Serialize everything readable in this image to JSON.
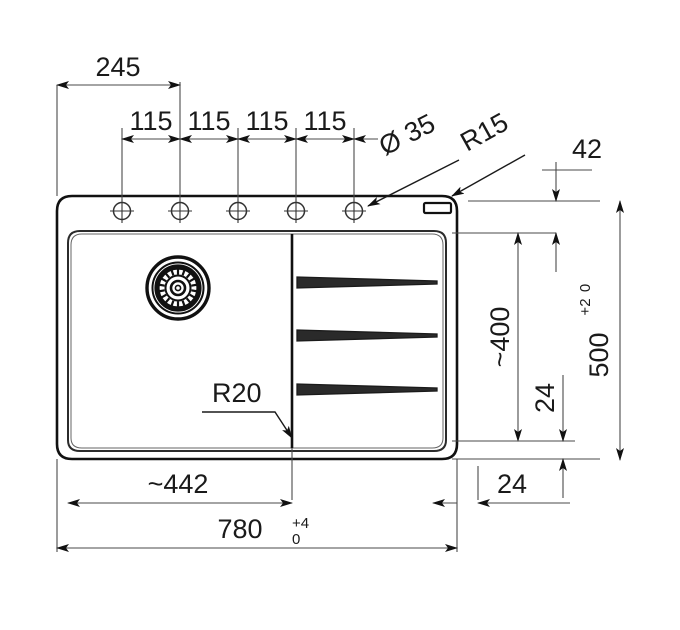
{
  "drawing": {
    "title": "Kitchen sink installation dimension drawing",
    "units": "mm",
    "line_color": "#111111",
    "dim_color": "#4a4a4a",
    "background": "#ffffff"
  },
  "dimensions": {
    "offset_245": "245",
    "pitch_1": "115",
    "pitch_2": "115",
    "pitch_3": "115",
    "pitch_4": "115",
    "hole_diameter": "Ø 35",
    "corner_radius_outer": "R15",
    "rim_42": "42",
    "bowl_depth_approx": "~400",
    "edge_24_right": "24",
    "edge_24_bottom": "24",
    "total_height": "500",
    "total_height_tol_upper": "+2",
    "total_height_tol_lower": "0",
    "bowl_width_approx": "~442",
    "total_width": "780",
    "total_width_tol_upper": "+4",
    "total_width_tol_lower": "0",
    "bowl_radius": "R20"
  },
  "features": {
    "tap_holes_count": 5,
    "drain_label": "drain-strainer",
    "overflow_label": "overflow-slot",
    "drainboard_grooves": 3
  }
}
